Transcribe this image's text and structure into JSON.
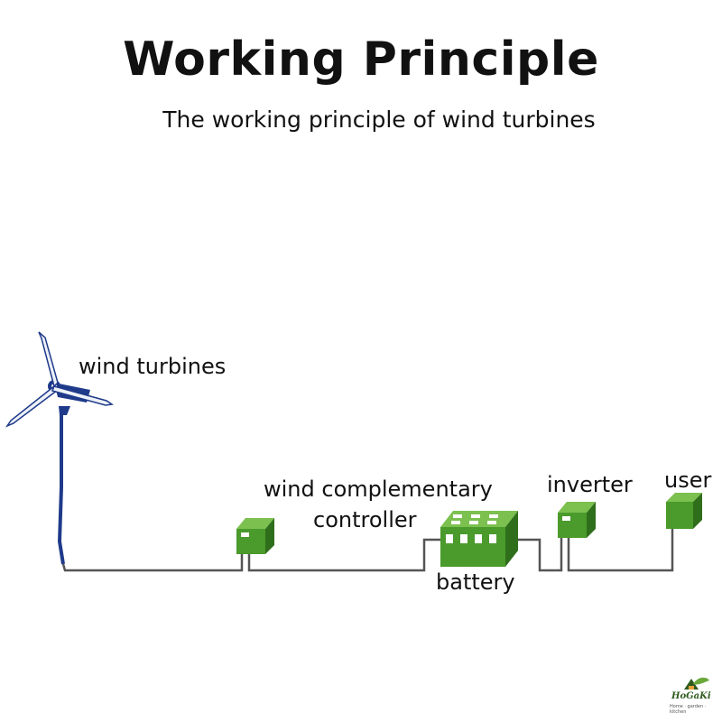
{
  "header": {
    "title": "Working Principle",
    "subtitle": "The working principle of wind turbines"
  },
  "labels": {
    "wind_turbines": "wind turbines",
    "controller_line1": "wind complementary",
    "controller_line2": "controller",
    "battery": "battery",
    "inverter": "inverter",
    "user": "user"
  },
  "logo": {
    "name": "HoGaKi",
    "tagline": "Home · garden · kitchen"
  },
  "colors": {
    "turbine": "#1f3a8a",
    "component_green": "#4a9a2c",
    "wire": "#555555"
  }
}
